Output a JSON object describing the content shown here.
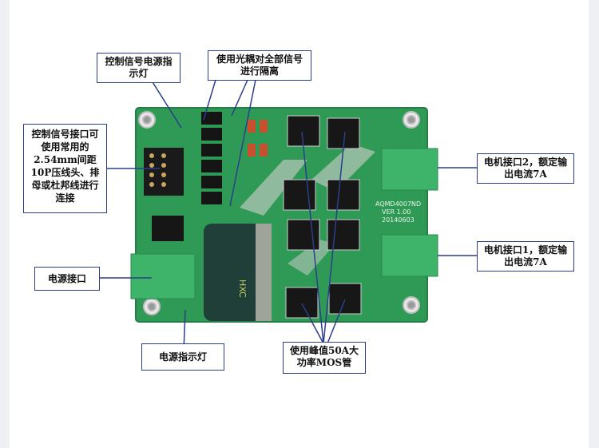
{
  "board": {
    "silkscreen_model": "AQMD4007ND",
    "silkscreen_version": "VER 1.00",
    "silkscreen_date": "20140603",
    "capacitor_text": "HXC"
  },
  "labels": {
    "signal_indicator": "控制信号电源指示灯",
    "optocoupler": "使用光耦对全部信号进行隔离",
    "signal_interface": "控制信号接口可使用常用的2.54mm间距10P压线头、排母或杜邦线进行连接",
    "motor2": "电机接口2，额定输出电流7A",
    "motor1": "电机接口1，额定输出电流7A",
    "power_interface": "电源接口",
    "power_indicator": "电源指示灯",
    "mos": "使用峰值50A大功率MOS管"
  },
  "colors": {
    "pcb": "#2f9a55",
    "callout_border": "#2b3f8a",
    "leader_line": "#2b3f8a",
    "terminal": "#3eb36a",
    "capacitor": "#1f3f38"
  }
}
